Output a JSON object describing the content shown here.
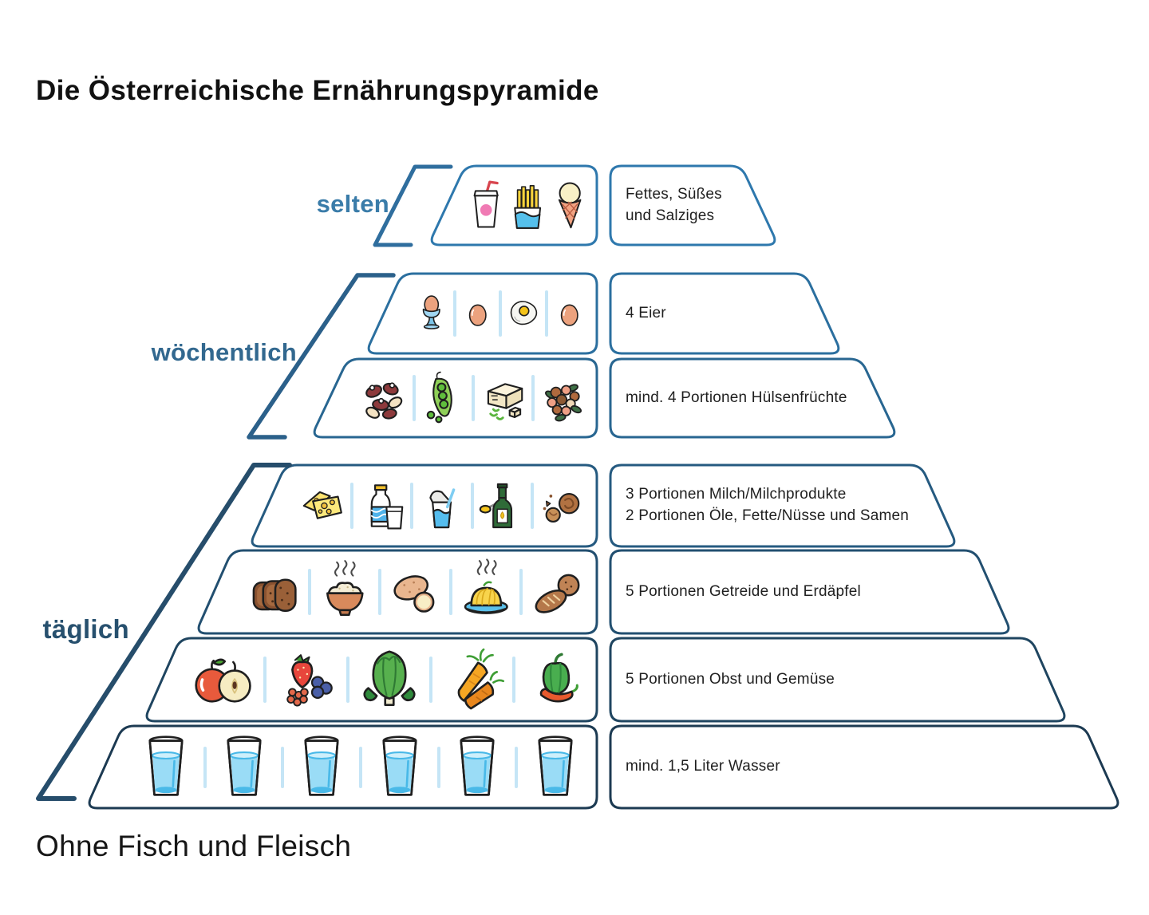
{
  "title": "Die Österreichische Ernährungspyramide",
  "footer": "Ohne Fisch und Fleisch",
  "frequency_groups": [
    {
      "id": "selten",
      "label": "selten",
      "label_color": "#3a7ca9",
      "bracket_color": "#2f6e9e"
    },
    {
      "id": "woechentlich",
      "label": "wöchentlich",
      "label_color": "#32688f",
      "bracket_color": "#2b608a"
    },
    {
      "id": "taeglich",
      "label": "täglich",
      "label_color": "#27506e",
      "bracket_color": "#264d6b"
    }
  ],
  "pyramid": {
    "levels": [
      {
        "name": "fettes-suesses-salziges",
        "group": "selten",
        "label": "Fettes, Süßes\nund Salziges",
        "icons": [
          "soft-drink",
          "french-fries",
          "ice-cream-cone"
        ]
      },
      {
        "name": "eier",
        "group": "wöchentlich",
        "label": "4 Eier",
        "icons": [
          "egg-in-cup",
          "egg",
          "fried-egg",
          "egg"
        ]
      },
      {
        "name": "huelsenfruechte",
        "group": "wöchentlich",
        "label": "mind. 4 Portionen Hülsenfrüchte",
        "icons": [
          "kidney-beans",
          "pea-pod",
          "tofu",
          "legume-mix"
        ]
      },
      {
        "name": "milch-oele-nuesse",
        "group": "täglich",
        "label": "3 Portionen Milch/Milchprodukte\n2 Portionen Öle, Fette/Nüsse und Samen",
        "icons": [
          "cheese",
          "milk-bottle",
          "yogurt",
          "oil-bottle",
          "walnuts"
        ]
      },
      {
        "name": "getreide-erdaepfel",
        "group": "täglich",
        "label": "5 Portionen Getreide und Erdäpfel",
        "icons": [
          "bread-loaf",
          "rice-bowl",
          "potatoes",
          "pasta-plate",
          "bread-rolls"
        ]
      },
      {
        "name": "obst-gemuese",
        "group": "täglich",
        "label": "5 Portionen Obst und Gemüse",
        "icons": [
          "apple",
          "berries",
          "lettuce",
          "carrots",
          "bell-pepper-chili"
        ]
      },
      {
        "name": "wasser",
        "group": "täglich",
        "label": "mind. 1,5 Liter Wasser",
        "icons": [
          "water-glass",
          "water-glass",
          "water-glass",
          "water-glass",
          "water-glass",
          "water-glass"
        ]
      }
    ]
  },
  "colors": {
    "title_text": "#111111",
    "label_text": "#1f1f1f",
    "divider": "#c5e5f6",
    "level_borders": [
      "#2e78ad",
      "#2b6f9f",
      "#286691",
      "#255a80",
      "#224f70",
      "#1f4560",
      "#1c3a52"
    ]
  }
}
